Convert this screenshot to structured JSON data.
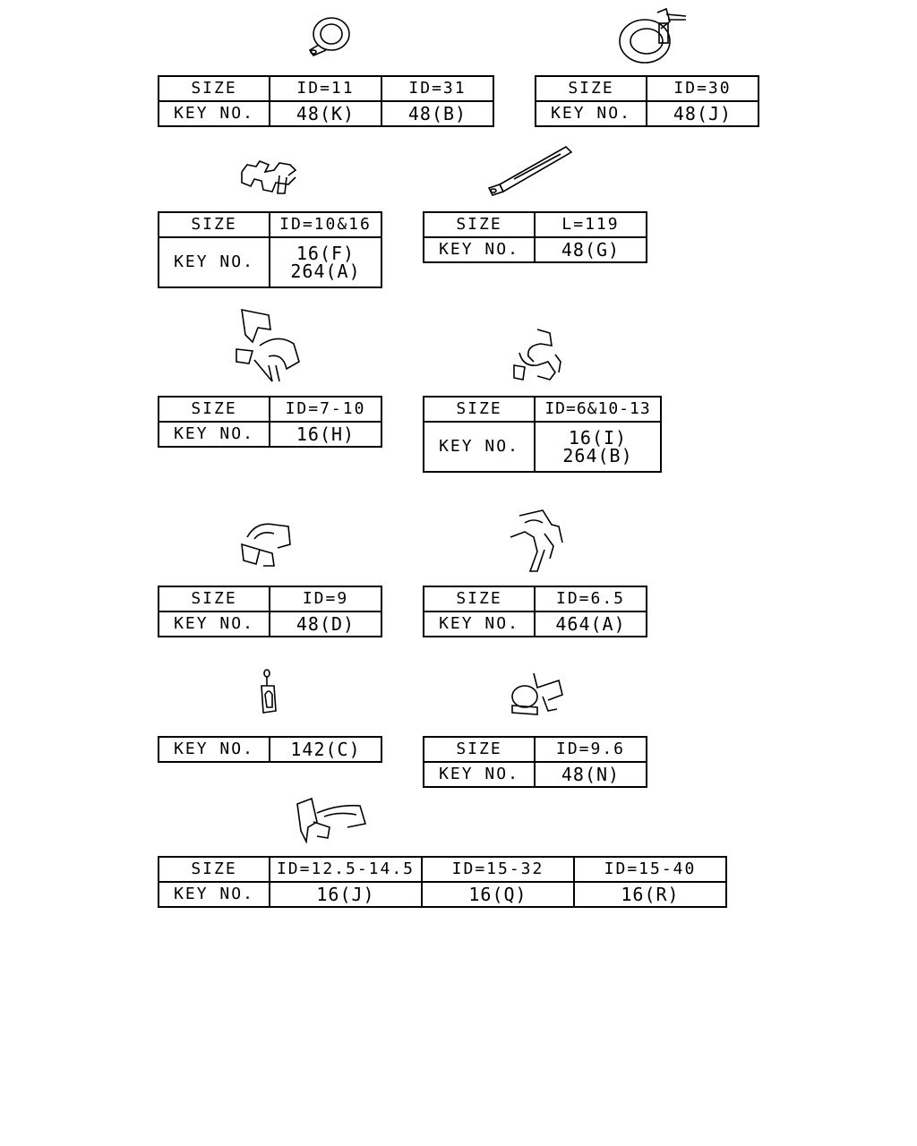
{
  "labels": {
    "size": "SIZE",
    "key_no": "KEY NO."
  },
  "tables": [
    {
      "size": [
        "ID=11",
        "ID=31"
      ],
      "key": [
        [
          "48(K)"
        ],
        [
          "48(B)"
        ]
      ]
    },
    {
      "size": [
        "ID=30"
      ],
      "key": [
        [
          "48(J)"
        ]
      ]
    },
    {
      "size": [
        "ID=10&16"
      ],
      "key": [
        [
          "16(F)",
          "264(A)"
        ]
      ]
    },
    {
      "size": [
        "L=119"
      ],
      "key": [
        [
          "48(G)"
        ]
      ]
    },
    {
      "size": [
        "ID=7-10"
      ],
      "key": [
        [
          "16(H)"
        ]
      ]
    },
    {
      "size": [
        "ID=6&10-13"
      ],
      "key": [
        [
          "16(I)",
          "264(B)"
        ]
      ]
    },
    {
      "size": [
        "ID=9"
      ],
      "key": [
        [
          "48(D)"
        ]
      ]
    },
    {
      "size": [
        "ID=6.5"
      ],
      "key": [
        [
          "464(A)"
        ]
      ]
    },
    {
      "key": [
        [
          "142(C)"
        ]
      ]
    },
    {
      "size": [
        "ID=9.6"
      ],
      "key": [
        [
          "48(N)"
        ]
      ]
    },
    {
      "size": [
        "ID=12.5-14.5",
        "ID=15-32",
        "ID=15-40"
      ],
      "key": [
        [
          "16(J)"
        ],
        [
          "16(Q)"
        ],
        [
          "16(R)"
        ]
      ]
    }
  ]
}
